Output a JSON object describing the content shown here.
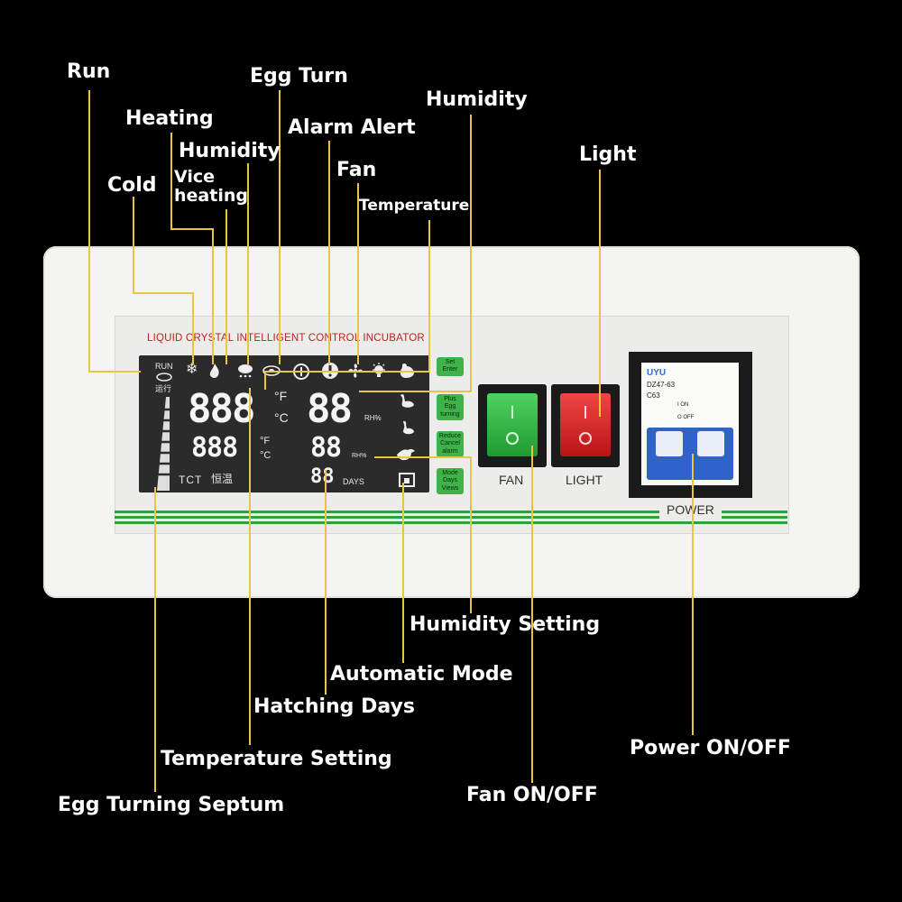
{
  "callouts": {
    "run": "Run",
    "egg_turn": "Egg Turn",
    "humidity_top": "Humidity",
    "heating": "Heating",
    "humidity": "Humidity",
    "alarm_alert": "Alarm Alert",
    "cold": "Cold",
    "vice_heating": "Vice\nheating",
    "fan": "Fan",
    "temperature": "Temperature",
    "light": "Light",
    "humidity_setting": "Humidity Setting",
    "automatic_mode": "Automatic Mode",
    "hatching_days": "Hatching Days",
    "temperature_setting": "Temperature Setting",
    "egg_turning_septum": "Egg Turning Septum",
    "fan_on_off": "Fan ON/OFF",
    "power_on_off": "Power ON/OFF"
  },
  "panel": {
    "title": "LIQUID CRYSTAL INTELLIGENT CONTROL INCUBATOR",
    "run_label": "RUN",
    "run_cn": "运行",
    "temp_display": "888",
    "temp_unit_f": "°F",
    "temp_unit_c": "°C",
    "humidity_display": "88",
    "humidity_unit": "RH%",
    "temp_set_display": "888",
    "temp_set_unit_f": "°F",
    "temp_set_unit_c": "°C",
    "humidity_set_display": "88",
    "humidity_set_unit": "RH%",
    "days_display": "88",
    "days_label": "DAYS",
    "tct_label": "TCT",
    "tct_cn": "恒温",
    "buttons": {
      "set": "Set",
      "enter": "Enter",
      "plus": "Plus",
      "egg_turning": "Egg turning",
      "reduce": "Reduce",
      "cancel_alarm": "Cancel alarm",
      "mode": "Mode",
      "days_views": "Days Views"
    },
    "fan_switch_label": "FAN",
    "light_switch_label": "LIGHT",
    "power_label": "POWER",
    "breaker": {
      "brand": "UYU",
      "model": "DZ47-63",
      "rating": "C63",
      "on": "I ON",
      "off": "O OFF"
    }
  },
  "colors": {
    "leader_line": "#e8c547",
    "fan_switch": "#27b33f",
    "light_switch": "#e52222",
    "breaker_handle": "#2f63c9",
    "stripe": "#2f9f3f"
  }
}
